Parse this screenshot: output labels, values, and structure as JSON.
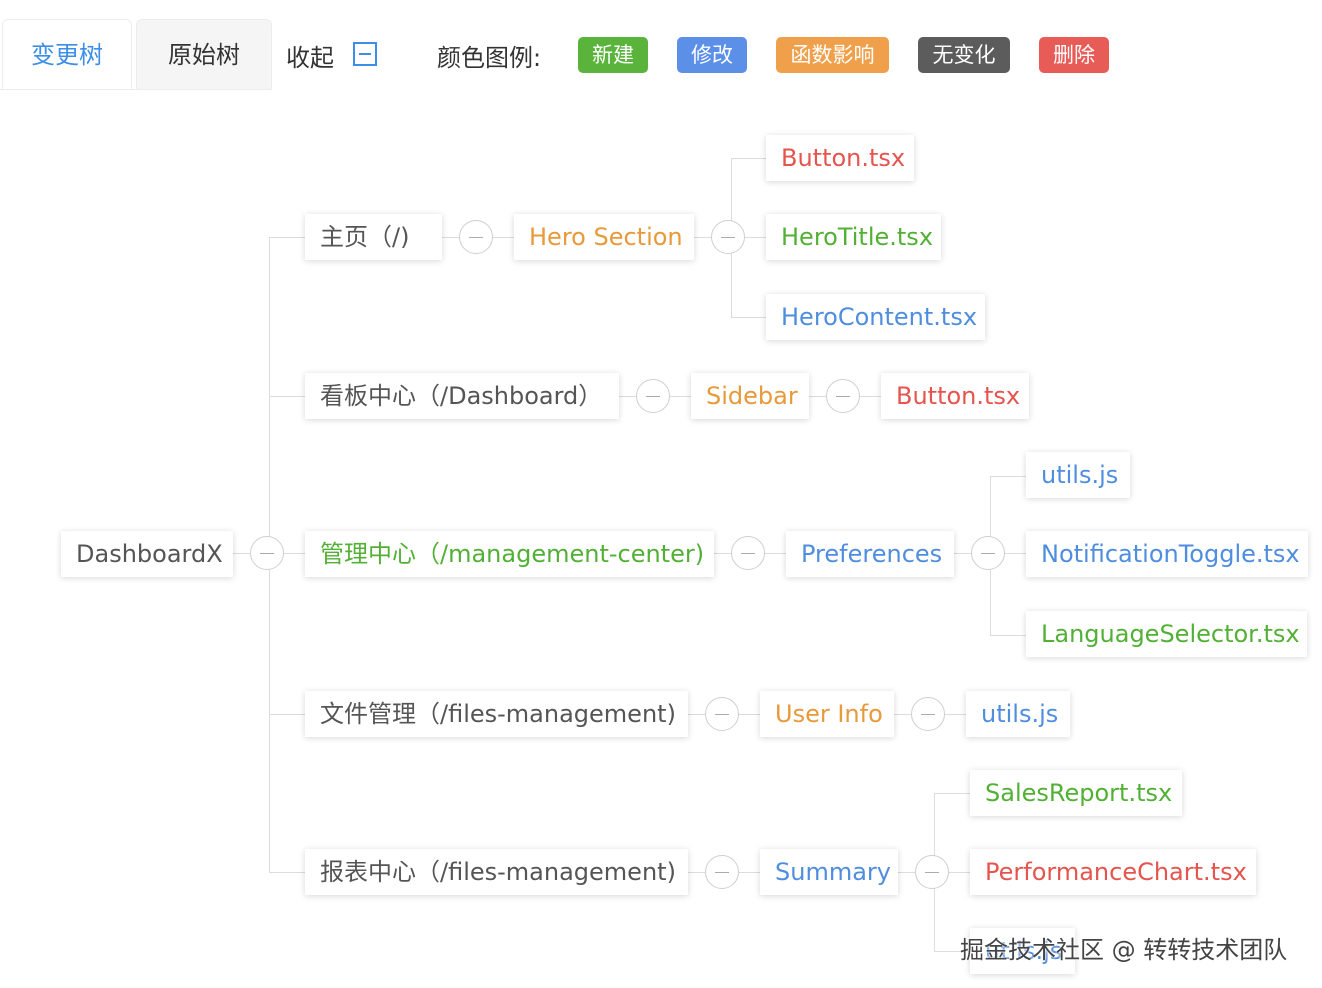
{
  "toolbar": {
    "tabs": [
      "变更树",
      "原始树"
    ],
    "collapse_label": "收起",
    "legend_title": "颜色图例:",
    "legend": [
      {
        "label": "新建",
        "color": "#5ab33b"
      },
      {
        "label": "修改",
        "color": "#5b8fe8"
      },
      {
        "label": "函数影响",
        "color": "#f0a04b"
      },
      {
        "label": "无变化",
        "color": "#5c5c5c"
      },
      {
        "label": "删除",
        "color": "#e85c58"
      }
    ]
  },
  "tree": {
    "root": "DashboardX",
    "pages": [
      {
        "label": "主页（/)",
        "status": "none"
      },
      {
        "label": "看板中心（/Dashboard）",
        "status": "none"
      },
      {
        "label": "管理中心（/management-center)",
        "status": "new"
      },
      {
        "label": "文件管理（/files-management)",
        "status": "none"
      },
      {
        "label": "报表中心（/files-management)",
        "status": "none"
      }
    ],
    "components": [
      {
        "label": "Hero Section",
        "status": "function"
      },
      {
        "label": "Sidebar",
        "status": "function"
      },
      {
        "label": "Preferences",
        "status": "modified"
      },
      {
        "label": "User Info",
        "status": "function"
      },
      {
        "label": "Summary",
        "status": "modified"
      }
    ],
    "files": [
      {
        "label": "Button.tsx",
        "status": "deleted"
      },
      {
        "label": "HeroTitle.tsx",
        "status": "new"
      },
      {
        "label": "HeroContent.tsx",
        "status": "modified"
      },
      {
        "label": "Button.tsx",
        "status": "deleted"
      },
      {
        "label": "utils.js",
        "status": "modified"
      },
      {
        "label": "NotificationToggle.tsx",
        "status": "modified"
      },
      {
        "label": "LanguageSelector.tsx",
        "status": "new"
      },
      {
        "label": "utils.js",
        "status": "modified"
      },
      {
        "label": "SalesReport.tsx",
        "status": "new"
      },
      {
        "label": "PerformanceChart.tsx",
        "status": "deleted"
      },
      {
        "label": "utils.js",
        "status": "modified"
      }
    ]
  },
  "watermark": "掘金技术社区 @ 转转技术团队"
}
